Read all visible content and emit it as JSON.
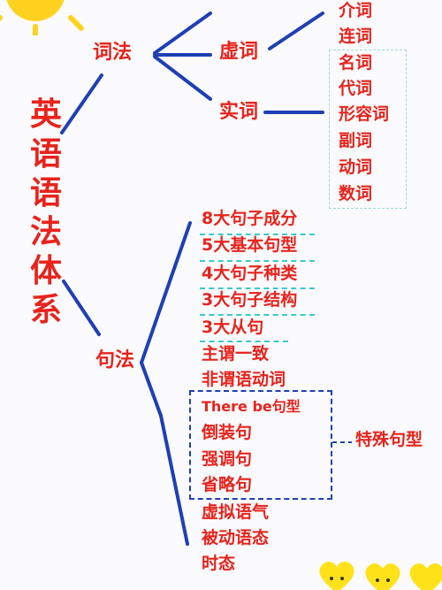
{
  "title_chars": [
    "英",
    "语",
    "语",
    "法",
    "体",
    "系"
  ],
  "morphology": {
    "label": "词法",
    "function_words": {
      "label": "虚词",
      "items": [
        "介词",
        "连词"
      ]
    },
    "content_words": {
      "label": "实词",
      "items": [
        "名词",
        "代词",
        "形容词",
        "副词",
        "动词",
        "数词"
      ]
    }
  },
  "syntax": {
    "label": "句法",
    "items_top": [
      "8大句子成分",
      "5大基本句型",
      "4大句子种类",
      "3大句子结构",
      "3大从句",
      "主谓一致",
      "非谓语动词"
    ],
    "special_items": [
      "There be句型",
      "倒装句",
      "强调句",
      "省略句"
    ],
    "special_label": "特殊句型",
    "items_bottom": [
      "虚拟语气",
      "被动语态",
      "时态"
    ]
  },
  "colors": {
    "text": "#e8231c",
    "lines": "#1f3fb5",
    "accent_dash": "#3ec7cf",
    "sun": "#ffd21f",
    "hearts": "#ffe21a"
  }
}
